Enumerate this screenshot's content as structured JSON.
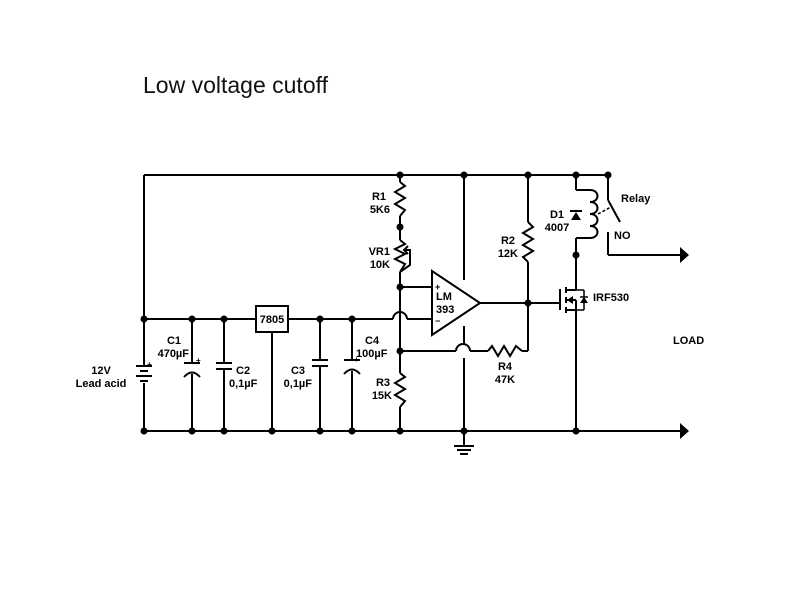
{
  "title": "Low voltage cutoff",
  "labels": {
    "r1_name": "R1",
    "r1_value": "5K6",
    "vr1_name": "VR1",
    "vr1_value": "10K",
    "r3_name": "R3",
    "r3_value": "15K",
    "r2_name": "R2",
    "r2_value": "12K",
    "r4_name": "R4",
    "r4_value": "47K",
    "d1_name": "D1",
    "d1_value": "4007",
    "relay": "Relay",
    "relay_contact": "NO",
    "mosfet": "IRF530",
    "opamp_line1": "LM",
    "opamp_line2": "393",
    "opamp_plus": "+",
    "opamp_minus": "−",
    "regulator": "7805",
    "c1_name": "C1",
    "c1_value": "470µF",
    "c2_name": "C2",
    "c2_value": "0,1µF",
    "c3_name": "C3",
    "c3_value": "0,1µF",
    "c4_name": "C4",
    "c4_value": "100µF",
    "battery_line1": "12V",
    "battery_line2": "Lead acid",
    "load": "LOAD",
    "plus_sign": "+"
  }
}
